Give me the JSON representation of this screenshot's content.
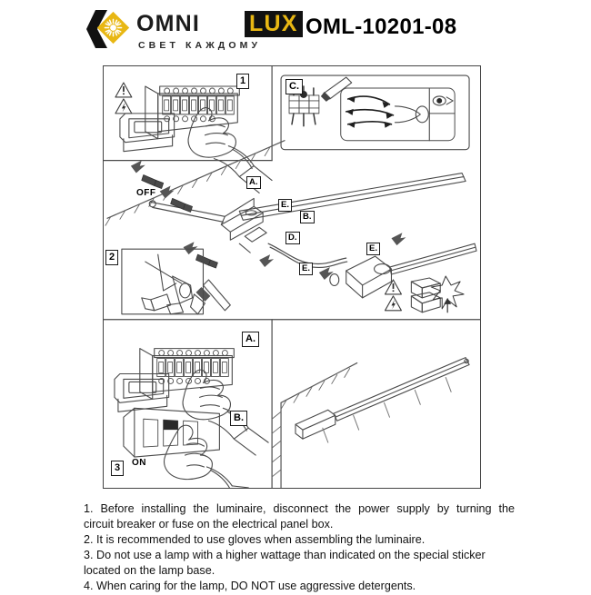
{
  "header": {
    "brand": {
      "word_1": "OMNI",
      "word_2": "LUX",
      "tagline": "СВЕТ КАЖДОМУ",
      "mark_icon": "omnilux-diamond-sunburst-logo",
      "colors": {
        "gold": "#e8b713",
        "black": "#111111"
      }
    },
    "product_code": "OML-10201-08"
  },
  "diagram": {
    "panels": {
      "panel_1": {
        "step_label": "1",
        "switch_label": "OFF",
        "warning_icons": [
          "warning-exclamation-icon",
          "warning-electric-shock-icon"
        ],
        "description": "breaker-panel-turn-off"
      },
      "panel_c": {
        "step_label": "C.",
        "description": "wire-terminal-connection-detail"
      },
      "panel_2": {
        "step_label": "2",
        "description": "drill-mounting-holes"
      },
      "assembly": {
        "labels": [
          "A.",
          "B.",
          "D.",
          "E.",
          "E.",
          "E."
        ],
        "description": "bracket-and-fixture-assembly"
      },
      "handling": {
        "warning_icons": [
          "warning-exclamation-icon",
          "warning-electric-shock-icon"
        ],
        "care_icons": [
          "fragile-handling-icon",
          "do-not-drop-icon"
        ]
      },
      "panel_a": {
        "step_label": "A.",
        "switch_label": "ON",
        "description": "breaker-panel-turn-on"
      },
      "panel_b": {
        "step_label": "B.",
        "description": "wall-switch-press"
      },
      "panel_3": {
        "step_label": "3",
        "description": "final-step-marker"
      },
      "result": {
        "description": "installed-linear-luminaire-emitting-light"
      }
    }
  },
  "notes": {
    "line_1a": "1. Before installing the luminaire, disconnect the power supply by turning the",
    "line_1b": "circuit breaker or fuse on the electrical panel box.",
    "line_2": "2. It is recommended to use gloves when assembling the luminaire.",
    "line_3a": "3. Do not use a lamp with a higher wattage than indicated on the special sticker",
    "line_3b": "located on the lamp base.",
    "line_4": "4. When caring for the lamp, DO NOT use aggressive detergents."
  }
}
